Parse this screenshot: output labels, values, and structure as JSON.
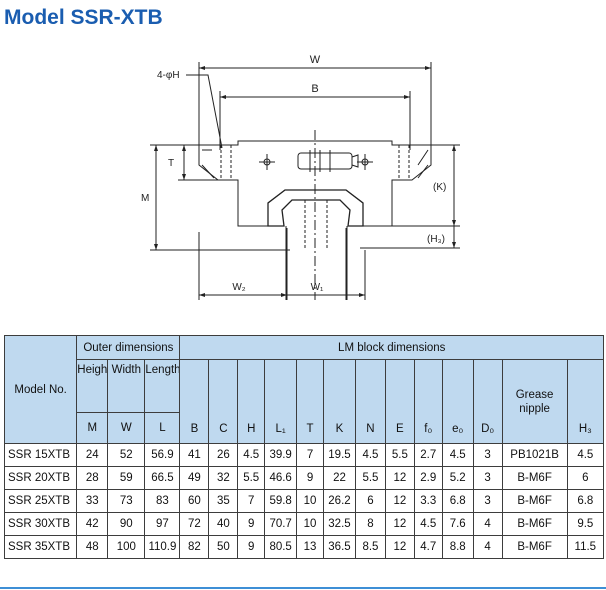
{
  "title": "Model SSR-XTB",
  "diagram": {
    "labels": {
      "W": "W",
      "B": "B",
      "hole": "4-φH",
      "T": "T",
      "M": "M",
      "K": "(K)",
      "H3": "(H₃)",
      "W2": "W₂",
      "W1": "W₁"
    }
  },
  "table": {
    "group_headers": {
      "model": "Model No.",
      "outer": "Outer dimensions",
      "lm": "LM block dimensions",
      "grease": "Grease nipple"
    },
    "outer_names": [
      "Height",
      "Width",
      "Length"
    ],
    "symbols": {
      "M": "M",
      "W": "W",
      "L": "L",
      "B": "B",
      "C": "C",
      "H": "H",
      "L1": "L₁",
      "T": "T",
      "K": "K",
      "N": "N",
      "E": "E",
      "f0": "f₀",
      "e0": "e₀",
      "D0": "D₀",
      "H3": "H₃"
    },
    "rows": [
      {
        "model": "SSR 15XTB",
        "M": "24",
        "W": "52",
        "L": "56.9",
        "B": "41",
        "C": "26",
        "H": "4.5",
        "L1": "39.9",
        "T": "7",
        "K": "19.5",
        "N": "4.5",
        "E": "5.5",
        "f0": "2.7",
        "e0": "4.5",
        "D0": "3",
        "grease": "PB1021B",
        "H3": "4.5"
      },
      {
        "model": "SSR 20XTB",
        "M": "28",
        "W": "59",
        "L": "66.5",
        "B": "49",
        "C": "32",
        "H": "5.5",
        "L1": "46.6",
        "T": "9",
        "K": "22",
        "N": "5.5",
        "E": "12",
        "f0": "2.9",
        "e0": "5.2",
        "D0": "3",
        "grease": "B-M6F",
        "H3": "6"
      },
      {
        "model": "SSR 25XTB",
        "M": "33",
        "W": "73",
        "L": "83",
        "B": "60",
        "C": "35",
        "H": "7",
        "L1": "59.8",
        "T": "10",
        "K": "26.2",
        "N": "6",
        "E": "12",
        "f0": "3.3",
        "e0": "6.8",
        "D0": "3",
        "grease": "B-M6F",
        "H3": "6.8"
      },
      {
        "model": "SSR 30XTB",
        "M": "42",
        "W": "90",
        "L": "97",
        "B": "72",
        "C": "40",
        "H": "9",
        "L1": "70.7",
        "T": "10",
        "K": "32.5",
        "N": "8",
        "E": "12",
        "f0": "4.5",
        "e0": "7.6",
        "D0": "4",
        "grease": "B-M6F",
        "H3": "9.5"
      },
      {
        "model": "SSR 35XTB",
        "M": "48",
        "W": "100",
        "L": "110.9",
        "B": "82",
        "C": "50",
        "H": "9",
        "L1": "80.5",
        "T": "13",
        "K": "36.5",
        "N": "8.5",
        "E": "12",
        "f0": "4.7",
        "e0": "8.8",
        "D0": "4",
        "grease": "B-M6F",
        "H3": "11.5"
      }
    ]
  }
}
